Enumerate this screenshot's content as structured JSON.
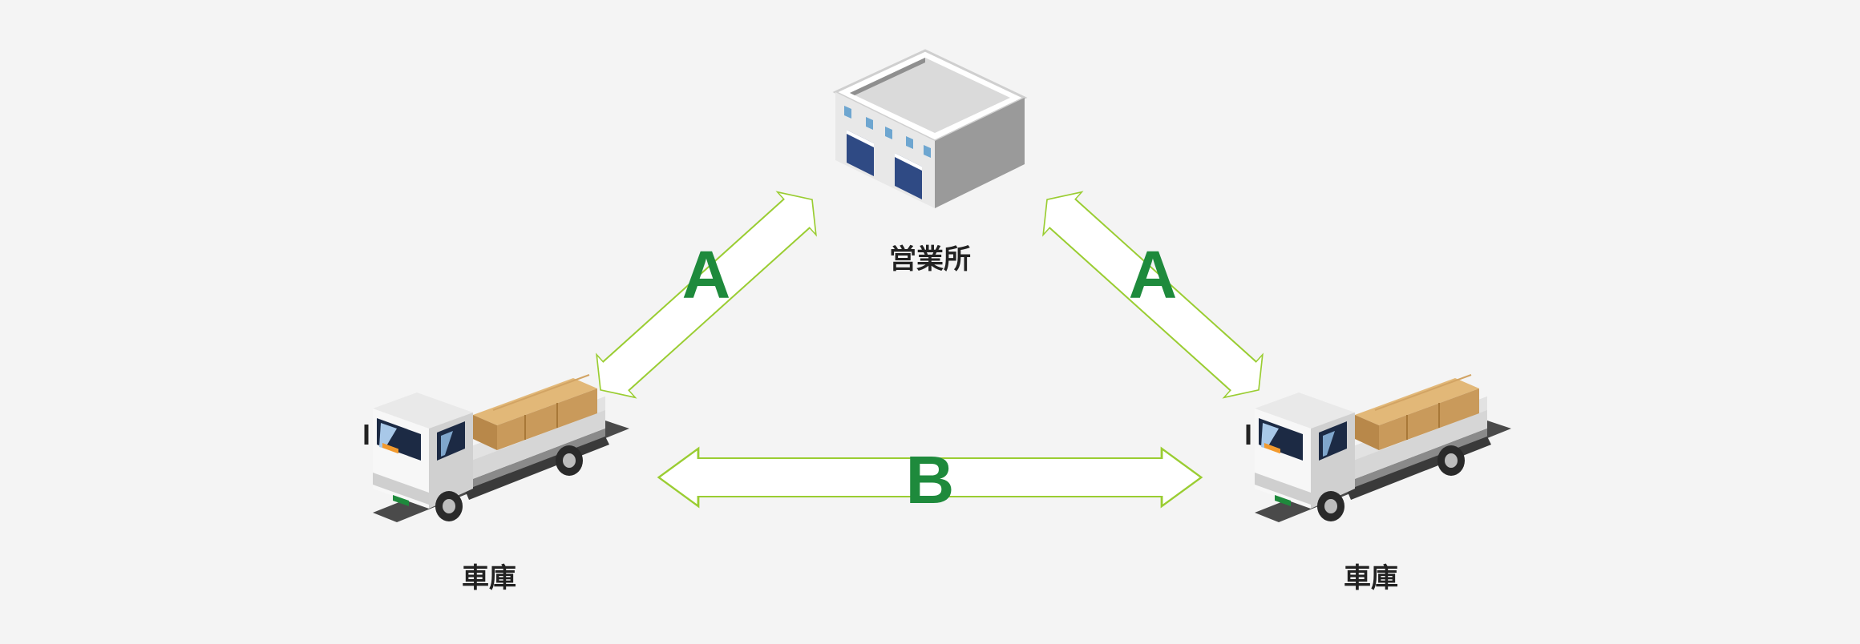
{
  "nodes": {
    "office": {
      "label": "営業所"
    },
    "garage_left": {
      "label": "車庫"
    },
    "garage_right": {
      "label": "車庫"
    }
  },
  "connections": [
    {
      "id": "office-garage-left",
      "label": "A"
    },
    {
      "id": "office-garage-right",
      "label": "A"
    },
    {
      "id": "garage-left-garage-right",
      "label": "B"
    }
  ],
  "colors": {
    "background": "#f4f4f4",
    "arrow_fill": "#ffffff",
    "arrow_stroke": "#9acd32",
    "letter": "#1e8a3c",
    "label": "#222222"
  }
}
